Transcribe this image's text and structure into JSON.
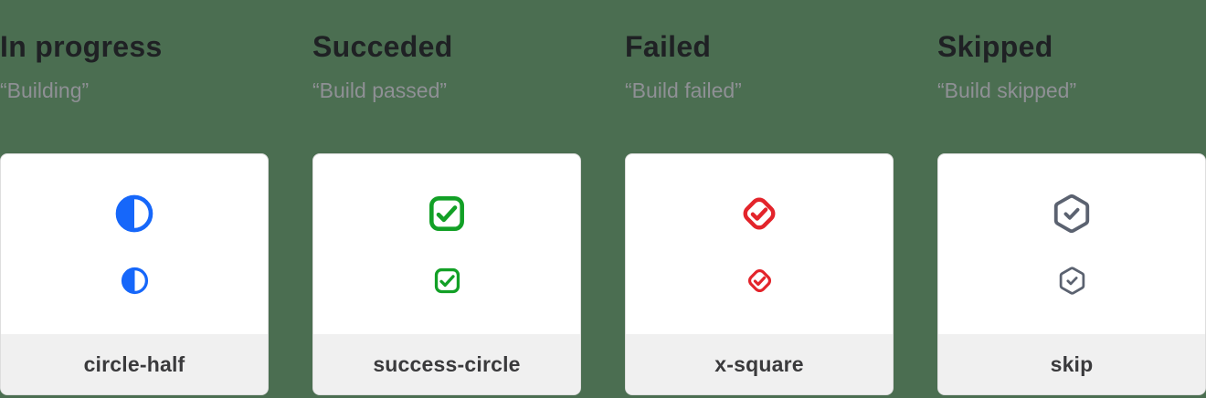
{
  "page": {
    "background_color": "#4B6E51"
  },
  "columns": [
    {
      "title": "In progress",
      "quote": "“Building”",
      "icon": "circle-half-icon",
      "icon_color": "#1667FA",
      "label": "circle-half"
    },
    {
      "title": "Succeded",
      "quote": "“Build passed”",
      "icon": "check-square-icon",
      "icon_color": "#12A026",
      "label": "success-circle"
    },
    {
      "title": "Failed",
      "quote": "“Build failed”",
      "icon": "check-diamond-icon",
      "icon_color": "#E3242B",
      "label": "x-square"
    },
    {
      "title": "Skipped",
      "quote": "“Build skipped”",
      "icon": "check-hexagon-icon",
      "icon_color": "#5B6270",
      "label": "skip"
    }
  ]
}
